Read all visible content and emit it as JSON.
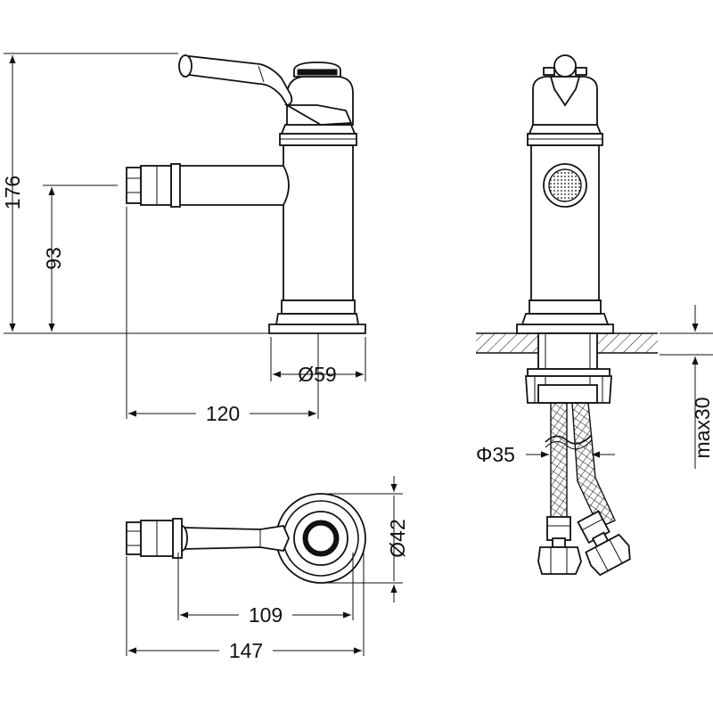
{
  "dimensions": {
    "total_height": "176",
    "spout_height": "93",
    "base_diameter": "Ø59",
    "spout_reach": "120",
    "top_diameter": "Ø42",
    "handle_length": "109",
    "total_length": "147",
    "shank_diameter": "Φ35",
    "max_thickness": "max30"
  }
}
